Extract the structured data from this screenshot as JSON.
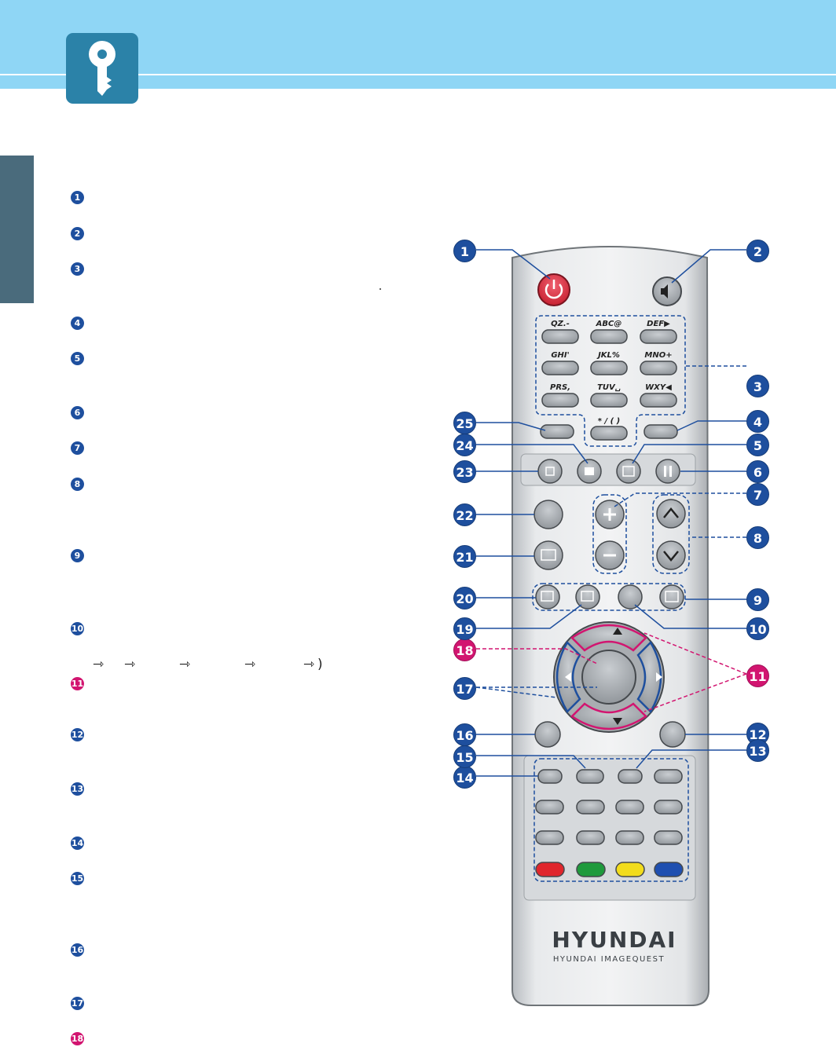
{
  "list_numbers": [
    "1",
    "2",
    "3",
    "4",
    "5",
    "6",
    "7",
    "8",
    "9",
    "10",
    "11",
    "12",
    "13",
    "14",
    "15",
    "16",
    "17",
    "18"
  ],
  "keypad_labels": [
    "QZ.-",
    "ABC@",
    "DEF▶",
    "GHI'",
    "JKL%",
    "MNO+",
    "PRS,",
    "TUV␣",
    "WXY◀",
    "* / ( )"
  ],
  "callouts": [
    "1",
    "2",
    "3",
    "4",
    "5",
    "6",
    "7",
    "8",
    "9",
    "10",
    "11",
    "12",
    "13",
    "14",
    "15",
    "16",
    "17",
    "18",
    "19",
    "20",
    "21",
    "22",
    "23",
    "24",
    "25"
  ],
  "arrow_glyph": "⇾",
  "arrow_end": ")",
  "brand": "HYUNDAI",
  "brand_sub": "HYUNDAI   IMAGEQUEST",
  "colors": {
    "header": "#8fd6f5",
    "key_tile": "#2b82a8",
    "side_tab": "#4a6b7c",
    "callout_blue": "#1e4f9e",
    "callout_pink": "#d21570",
    "power": "#e03040",
    "red": "#e0262c",
    "green": "#1f9a3c",
    "yellow": "#f2dc1c",
    "blue": "#1f4fb0"
  }
}
